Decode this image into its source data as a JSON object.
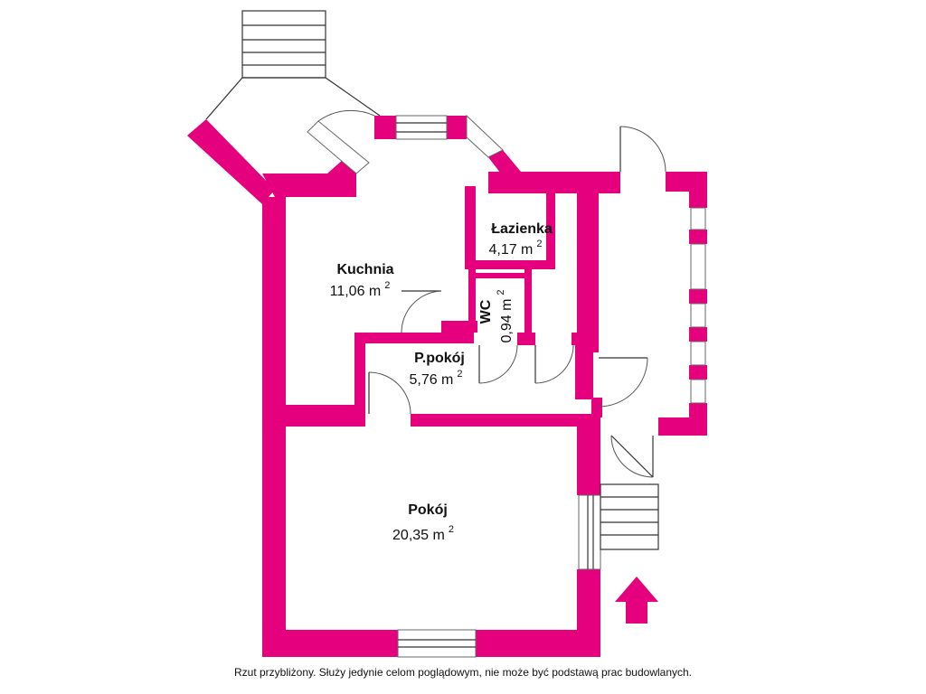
{
  "colors": {
    "wall": "#e5007d",
    "arrow": "#e5007d"
  },
  "rooms": {
    "kuchnia": {
      "name": "Kuchnia",
      "area": "11,06 m",
      "unit_sup": "2"
    },
    "lazienka": {
      "name": "Łazienka",
      "area": "4,17 m",
      "unit_sup": "2"
    },
    "wc": {
      "name": "WC",
      "area": "0,94 m",
      "unit_sup": "2"
    },
    "ppokoj": {
      "name": "P.pokój",
      "area": "5,76 m",
      "unit_sup": "2"
    },
    "pokoj": {
      "name": "Pokój",
      "area": "20,35 m",
      "unit_sup": "2"
    }
  },
  "compass": {
    "icon": "north-arrow-icon"
  },
  "footer": {
    "note": "Rzut przybliżony. Służy jedynie celom poglądowym, nie może być podstawą prac budowlanych."
  }
}
